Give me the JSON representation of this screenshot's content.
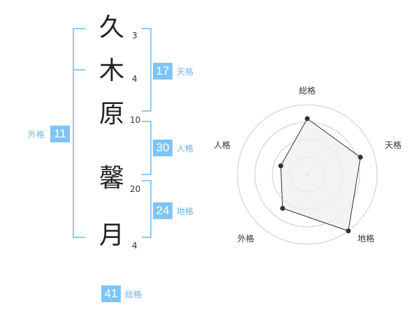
{
  "colors": {
    "accent": "#7fc4f4",
    "bracket": "#8ccaf2",
    "label_text": "#6cb6ec",
    "radar_fill": "#efefef",
    "radar_ring": "#cccccc",
    "radar_line": "#333333"
  },
  "name": {
    "chars": [
      {
        "char": "久",
        "strokes": "3"
      },
      {
        "char": "木",
        "strokes": "4"
      },
      {
        "char": "原",
        "strokes": "10"
      },
      {
        "char": "馨",
        "strokes": "20"
      },
      {
        "char": "月",
        "strokes": "4"
      }
    ]
  },
  "fortune": {
    "tenkaku": {
      "value": "17",
      "label": "天格"
    },
    "jinkaku": {
      "value": "30",
      "label": "人格"
    },
    "chikaku": {
      "value": "24",
      "label": "地格"
    },
    "gaikaku": {
      "value": "11",
      "label": "外格"
    },
    "soukaku": {
      "value": "41",
      "label": "総格"
    }
  },
  "chart_data": {
    "type": "radar",
    "axes": [
      "総格",
      "天格",
      "地格",
      "外格",
      "人格"
    ],
    "rings": 4,
    "max": 5,
    "values": [
      4,
      4,
      5,
      3,
      2
    ]
  }
}
